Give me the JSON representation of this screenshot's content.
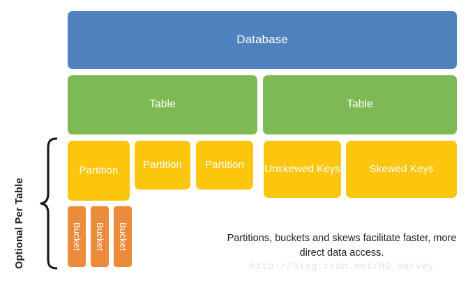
{
  "diagram": {
    "title_text": "Database",
    "colors": {
      "database": "#4f81bd",
      "table": "#7dba54",
      "partition": "#fcc60d",
      "bucket": "#ed8b3c",
      "caption_text": "#1d1d1d",
      "watermark_text": "#e3e3e3",
      "background": "#ffffff"
    },
    "database": {
      "label": "Database"
    },
    "tables": [
      {
        "label": "Table"
      },
      {
        "label": "Table"
      }
    ],
    "partitions": [
      {
        "label": "Partition"
      },
      {
        "label": "Partition"
      },
      {
        "label": "Partition"
      }
    ],
    "keys": [
      {
        "label": "Unskewed Keys"
      },
      {
        "label": "Skewed Keys"
      }
    ],
    "buckets": [
      {
        "label": "Bucket"
      },
      {
        "label": "Bucket"
      },
      {
        "label": "Bucket"
      }
    ],
    "side_label": "Optional Per Table",
    "brace_icon": "curly-brace-icon",
    "caption": "Partitions, buckets and skews facilitate faster, more direct data access.",
    "watermark": "http://blog.csdn.net/HG_Harvey"
  }
}
